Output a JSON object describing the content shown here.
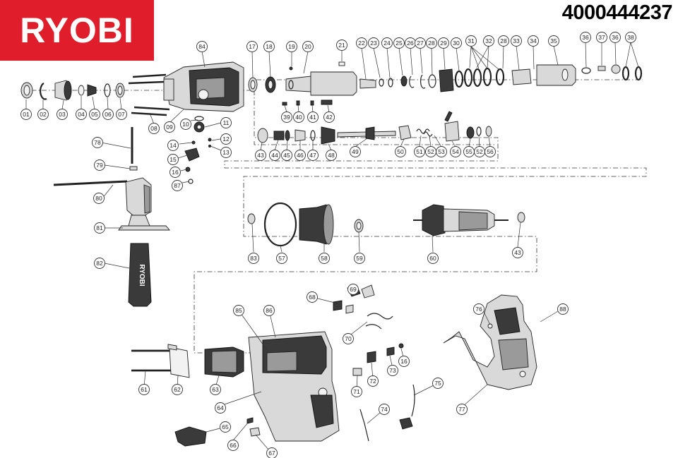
{
  "brand": {
    "logo_text": "RYOBI",
    "logo_color": "#e01e2b"
  },
  "header": {
    "part_number": "4000444237"
  },
  "diagram": {
    "callouts": [
      "01",
      "02",
      "03",
      "04",
      "05",
      "06",
      "07",
      "08",
      "09",
      "10",
      "11",
      "12",
      "13",
      "14",
      "15",
      "16",
      "17",
      "18",
      "19",
      "20",
      "21",
      "22",
      "23",
      "24",
      "25",
      "26",
      "27",
      "28",
      "29",
      "30",
      "31",
      "32",
      "33",
      "34",
      "35",
      "36",
      "37",
      "38",
      "39",
      "40",
      "41",
      "42",
      "43",
      "44",
      "45",
      "46",
      "47",
      "48",
      "49",
      "50",
      "51",
      "52",
      "53",
      "54",
      "55",
      "56",
      "57",
      "58",
      "59",
      "60",
      "61",
      "62",
      "63",
      "64",
      "65",
      "66",
      "67",
      "68",
      "69",
      "70",
      "71",
      "72",
      "73",
      "74",
      "75",
      "76",
      "77",
      "78",
      "79",
      "80",
      "81",
      "82",
      "83",
      "84",
      "85",
      "86",
      "87",
      "88"
    ],
    "handle_text": "RYOBI"
  }
}
